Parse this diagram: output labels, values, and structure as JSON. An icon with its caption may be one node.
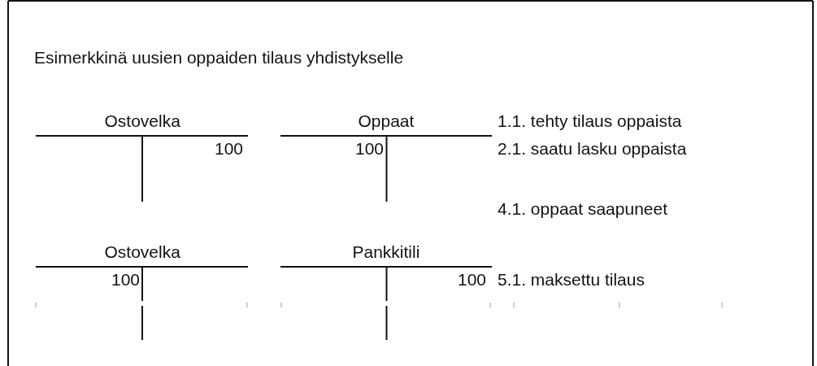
{
  "diagram": {
    "title": "Esimerkkinä uusien oppaiden tilaus yhdistykselle",
    "labels": [
      "Ostovelka",
      "Oppaat",
      "1.1. tehty tilaus oppaista",
      "100",
      "100",
      "2.1. saatu lasku oppaista",
      "4.1. oppaat saapuneet",
      "Ostovelka",
      "Pankkitili",
      "100",
      "100",
      "5.1. maksettu tilaus"
    ]
  }
}
